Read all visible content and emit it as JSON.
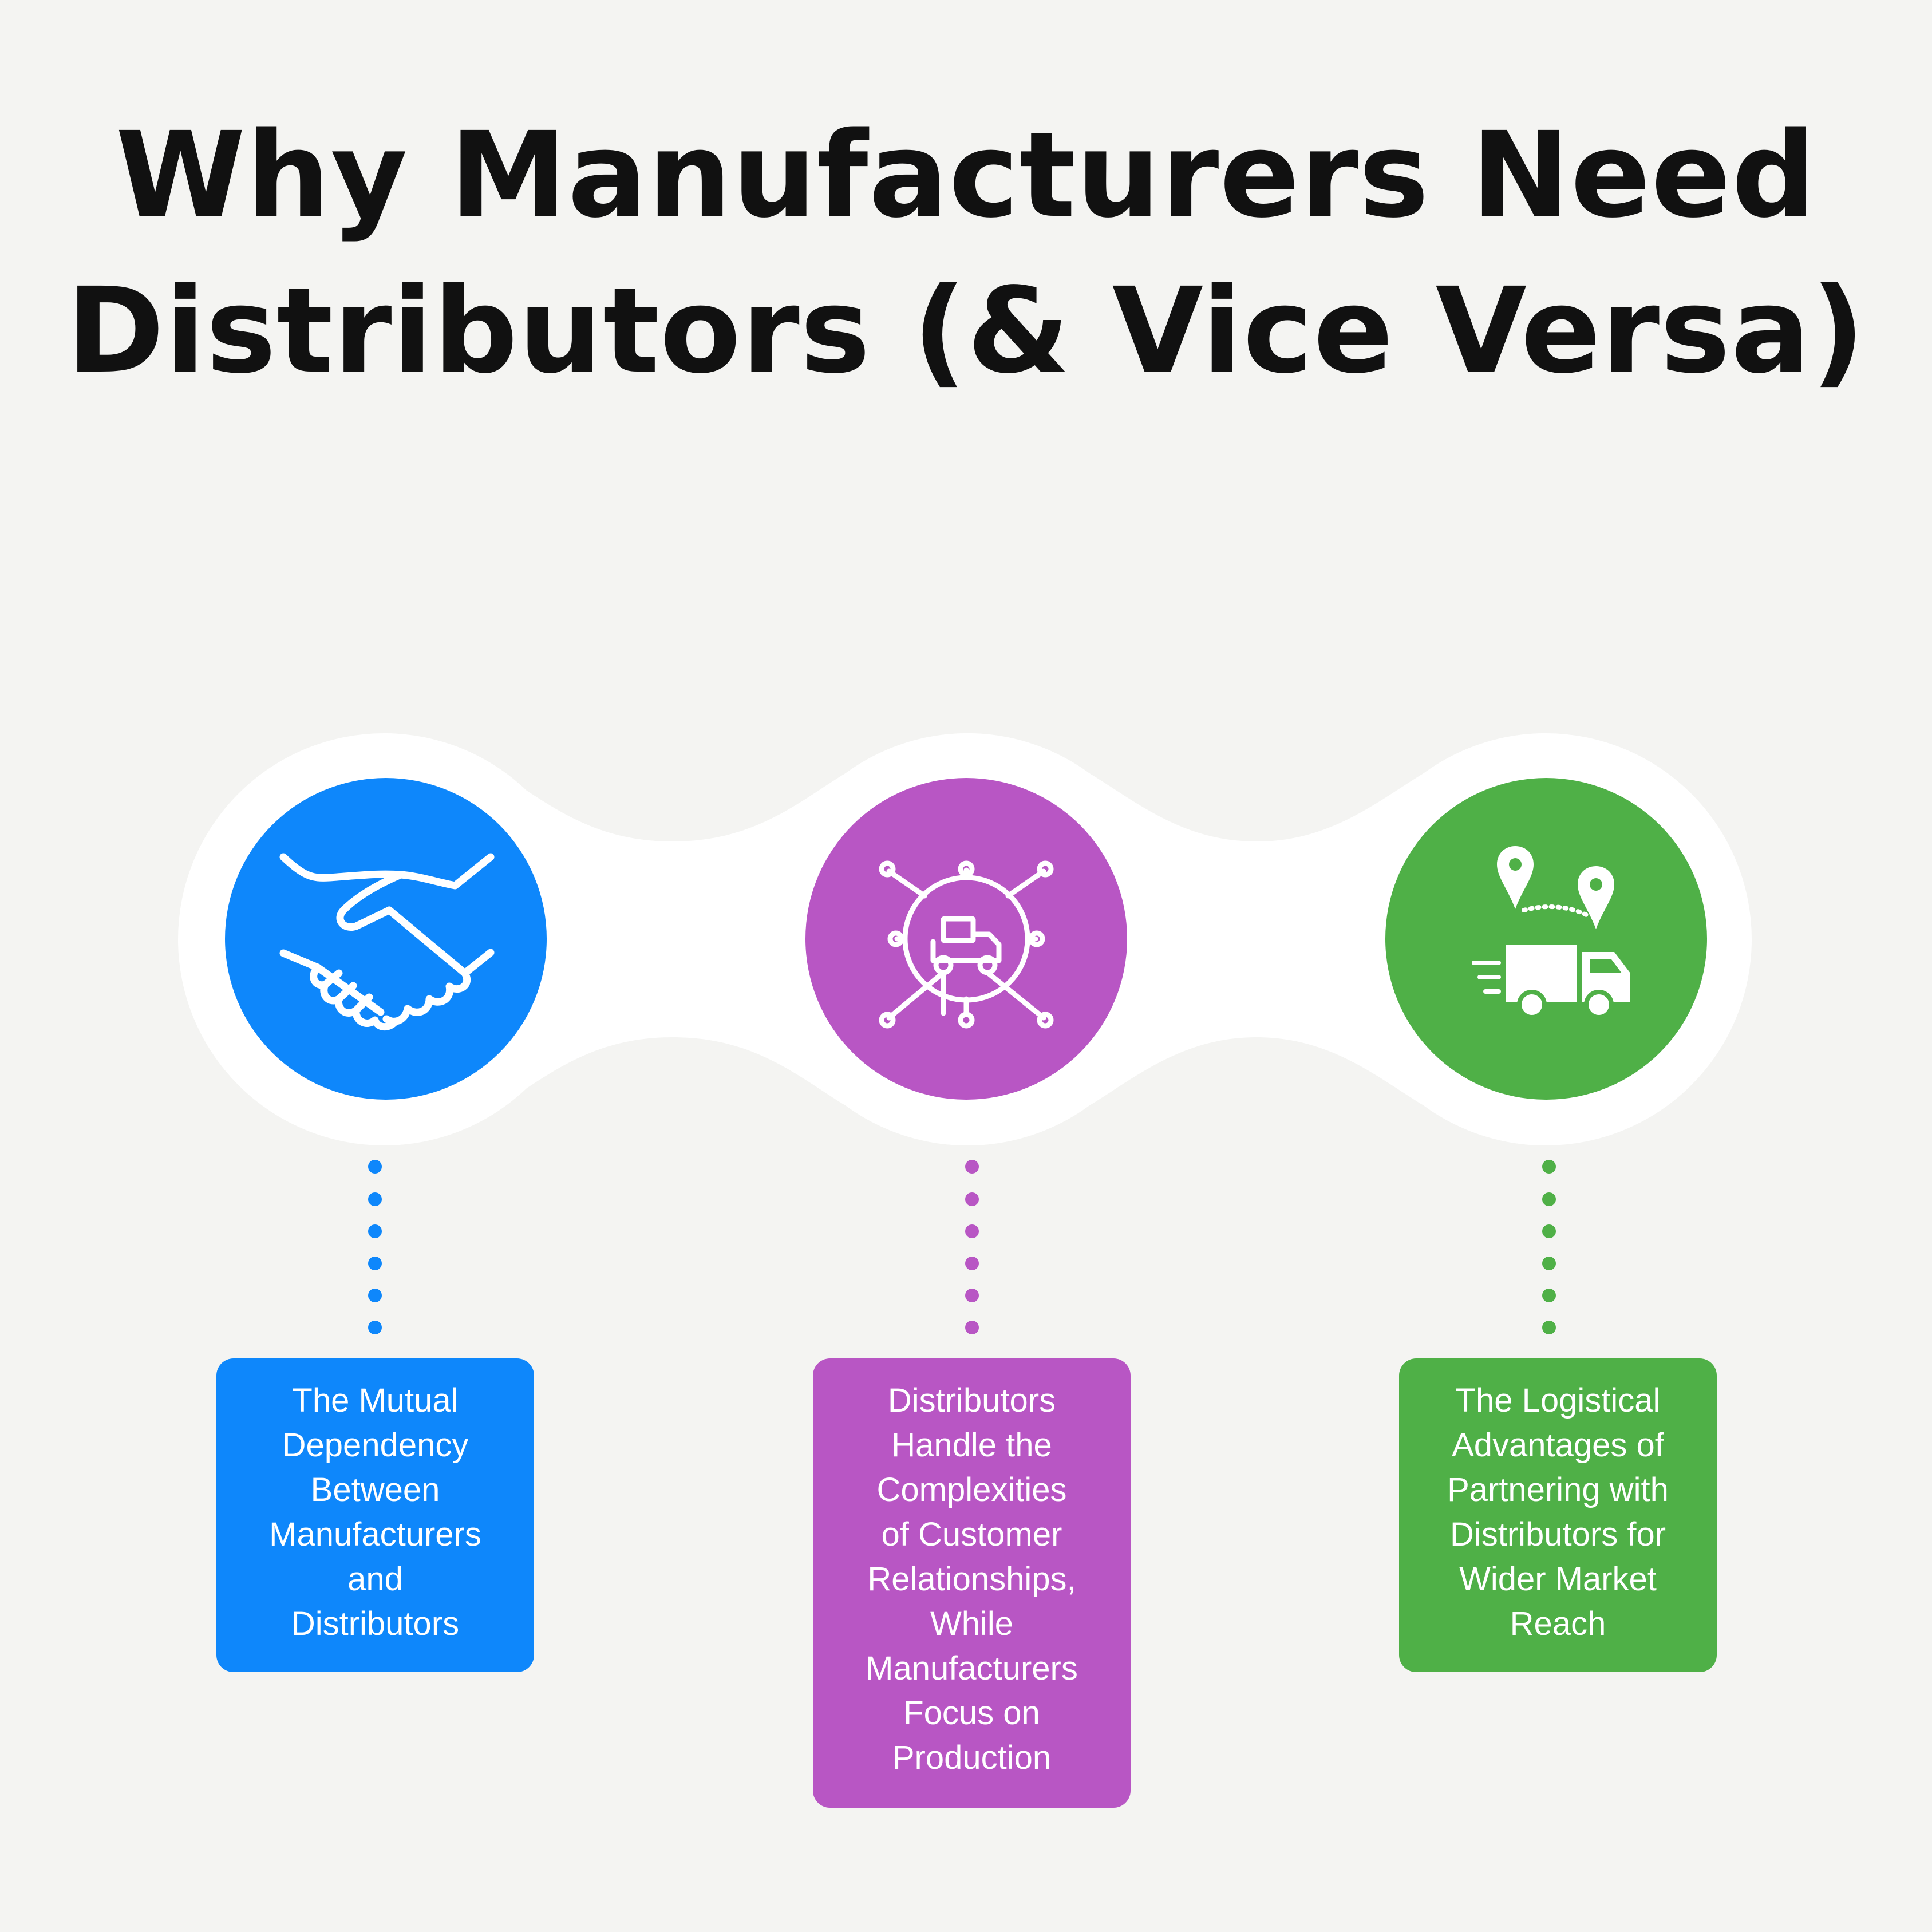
{
  "title": {
    "line1": "Why Manufacturers Need",
    "line2": "Distributors (& Vice Versa)"
  },
  "items": [
    {
      "color": "#0e87fb",
      "icon": "handshake-icon",
      "text_lines": [
        "The Mutual",
        "Dependency",
        "Between",
        "Manufacturers",
        "and",
        "Distributors"
      ]
    },
    {
      "color": "#b856c4",
      "icon": "network-truck-icon",
      "text_lines": [
        "Distributors",
        "Handle the",
        "Complexities",
        "of Customer",
        "Relationships,",
        "While",
        "Manufacturers",
        "Focus on",
        "Production"
      ]
    },
    {
      "color": "#4fb047",
      "icon": "delivery-truck-route-icon",
      "text_lines": [
        "The Logistical",
        "Advantages of",
        "Partnering with",
        "Distributors for",
        "Wider Market",
        "Reach"
      ]
    }
  ]
}
